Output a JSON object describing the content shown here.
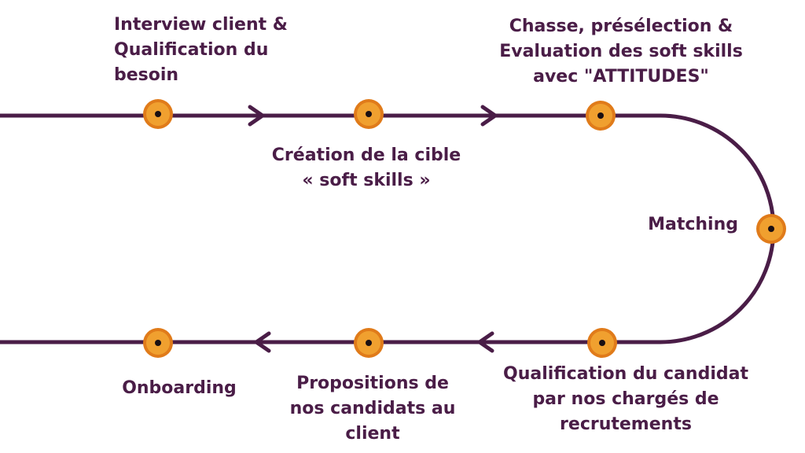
{
  "colors": {
    "track": "#4a1d47",
    "node_fill": "#f0a02f",
    "node_ring": "#e07b1a",
    "node_dot": "#1a0f12",
    "text": "#4a1d47"
  },
  "steps": [
    {
      "lines": [
        "Interview client &",
        "Qualification du",
        "besoin"
      ]
    },
    {
      "lines": [
        "Création de la cible",
        "« soft skills »"
      ]
    },
    {
      "lines": [
        "Chasse, présélection &",
        "Evaluation des soft skills",
        "avec \"ATTITUDES\""
      ]
    },
    {
      "lines": [
        "Matching"
      ]
    },
    {
      "lines": [
        "Qualification du candidat",
        "par nos chargés de",
        "recrutements"
      ]
    },
    {
      "lines": [
        "Propositions de",
        "nos candidats au",
        "client"
      ]
    },
    {
      "lines": [
        "Onboarding"
      ]
    }
  ]
}
